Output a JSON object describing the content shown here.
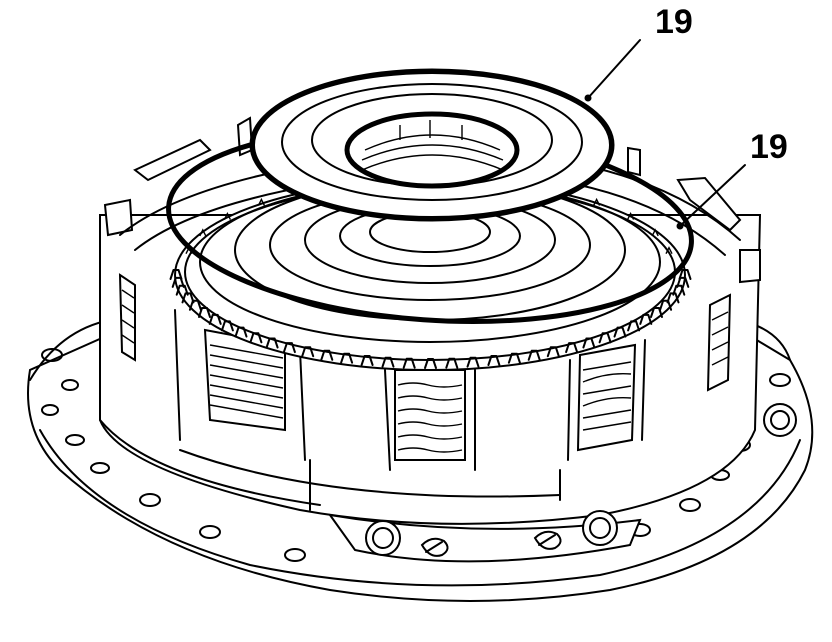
{
  "diagram": {
    "callouts": [
      {
        "id": "outer-snap-ring",
        "label": "19"
      },
      {
        "id": "inner-snap-ring",
        "label": "19"
      }
    ],
    "colors": {
      "ink": "#000000",
      "paper": "#ffffff"
    }
  }
}
